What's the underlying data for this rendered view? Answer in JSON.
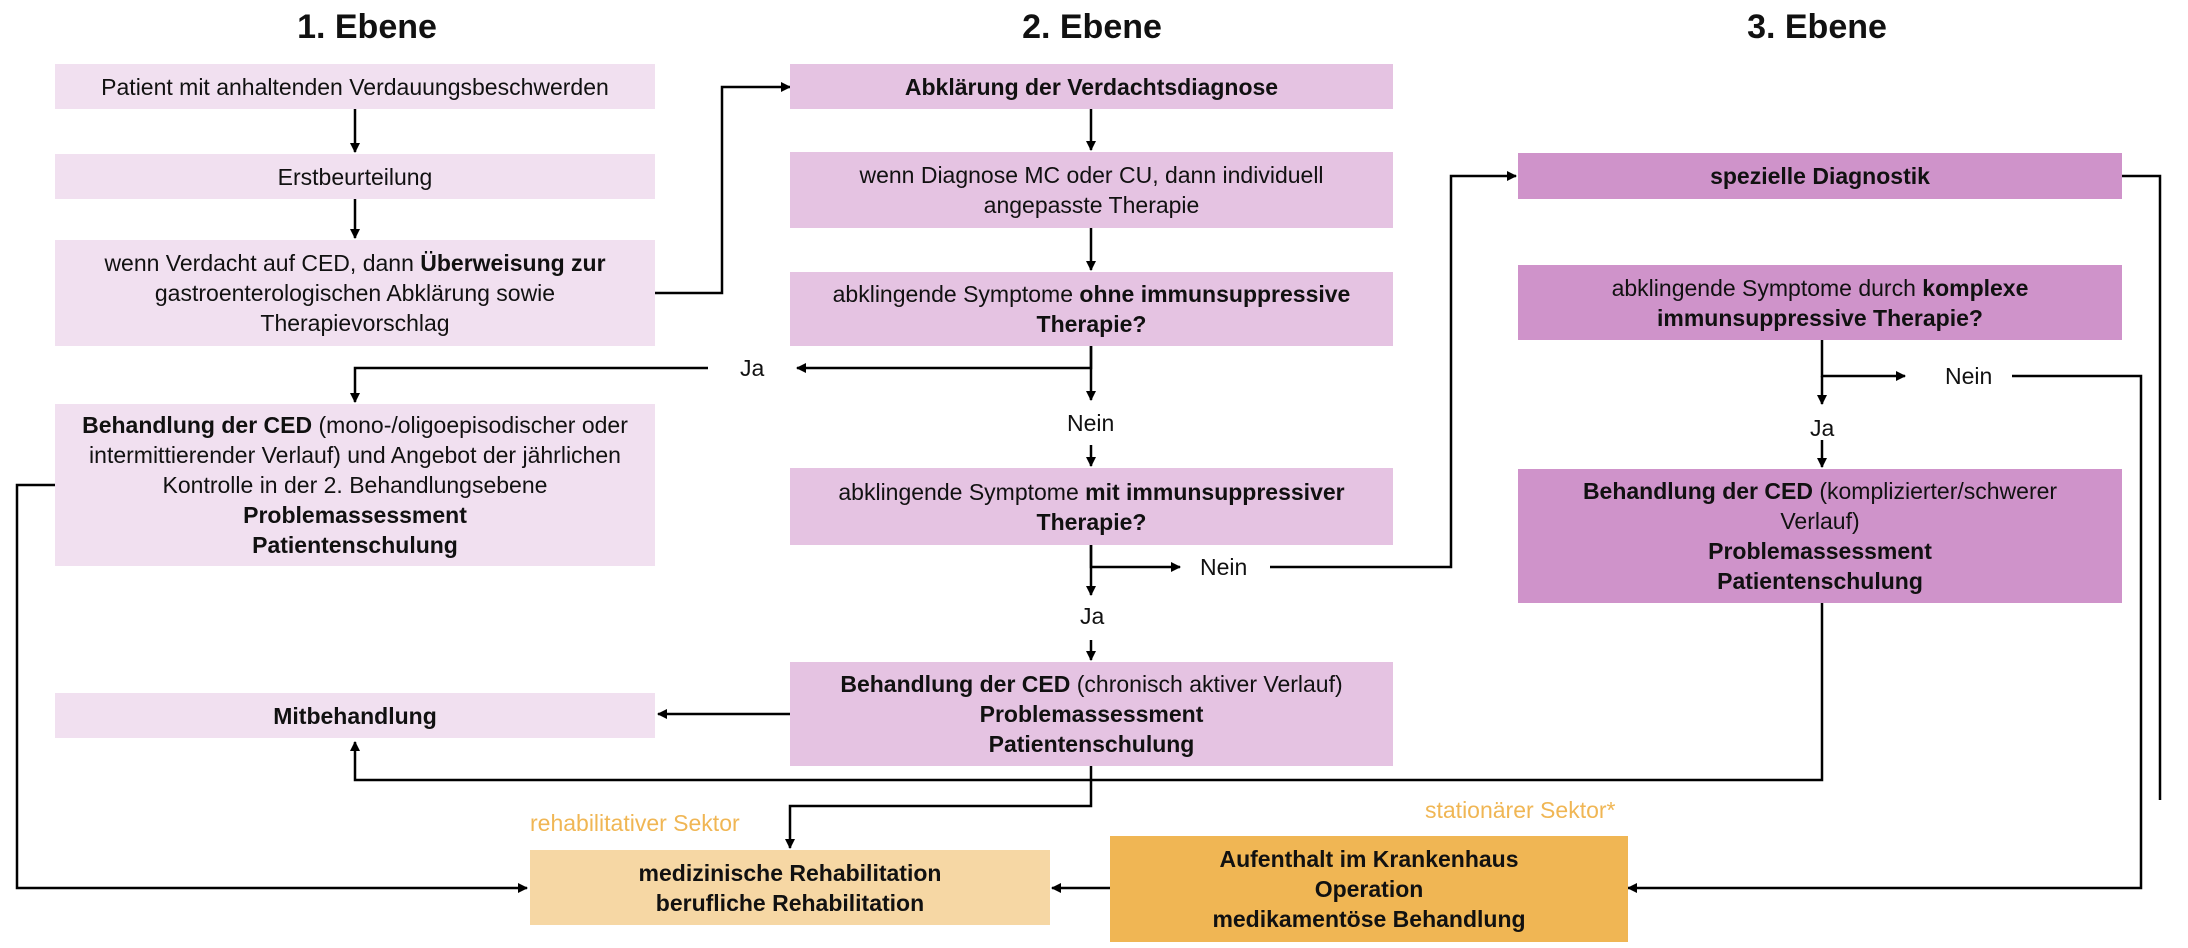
{
  "headers": {
    "level1": "1. Ebene",
    "level2": "2. Ebene",
    "level3": "3. Ebene"
  },
  "level1": {
    "patient": "Patient mit anhaltenden Verdauungsbeschwerden",
    "erst": "Erstbeurteilung",
    "verdacht_a": "wenn Verdacht auf CED, dann ",
    "verdacht_b": "Überweisung zur",
    "verdacht_c": "gastroenterologischen Abklärung sowie",
    "verdacht_d": "Therapievorschlag",
    "behandlung_a": "Behandlung der CED",
    "behandlung_b": " (mono-/oligoepisodischer oder",
    "behandlung_c": "intermittierender Verlauf) und Angebot der jährlichen",
    "behandlung_d": "Kontrolle in der 2. Behandlungsebene",
    "behandlung_e": "Problemassessment",
    "behandlung_f": "Patientenschulung",
    "mitbehandlung": "Mitbehandlung"
  },
  "level2": {
    "abklaerung": "Abklärung der Verdachtsdiagnose",
    "diagnose_a": "wenn Diagnose MC oder CU, dann individuell",
    "diagnose_b": "angepasste Therapie",
    "ohne_a": "abklingende Symptome ",
    "ohne_b": "ohne immunsuppressive",
    "ohne_c": "Therapie?",
    "mit_a": "abklingende Symptome ",
    "mit_b": "mit immunsuppressiver",
    "mit_c": "Therapie?",
    "behandlung_a": "Behandlung der CED",
    "behandlung_b": " (chronisch aktiver Verlauf)",
    "behandlung_c": "Problemassessment",
    "behandlung_d": "Patientenschulung"
  },
  "level3": {
    "diagnostik": "spezielle Diagnostik",
    "komplex_a": "abklingende Symptome durch ",
    "komplex_b": "komplexe",
    "komplex_c": "immunsuppressive Therapie?",
    "behandlung_a": "Behandlung der CED",
    "behandlung_b": " (komplizierter/schwerer",
    "behandlung_c": "Verlauf)",
    "behandlung_d": "Problemassessment",
    "behandlung_e": "Patientenschulung"
  },
  "labels": {
    "ja1": "Ja",
    "nein1": "Nein",
    "nein2": "Nein",
    "ja2": "Ja",
    "nein3": "Nein",
    "ja3": "Ja"
  },
  "sectors": {
    "reha_title": "rehabilitativer Sektor",
    "reha_a": "medizinische Rehabilitation",
    "reha_b": "berufliche Rehabilitation",
    "stat_title": "stationärer Sektor*",
    "stat_a": "Aufenthalt im Krankenhaus",
    "stat_b": "Operation",
    "stat_c": "medikamentöse Behandlung"
  },
  "colors": {
    "level1": "#f1e0f0",
    "level2": "#e5c3e2",
    "level3": "#cf93ca",
    "reha": "#f6d7a4",
    "stationaer": "#f0b654"
  }
}
